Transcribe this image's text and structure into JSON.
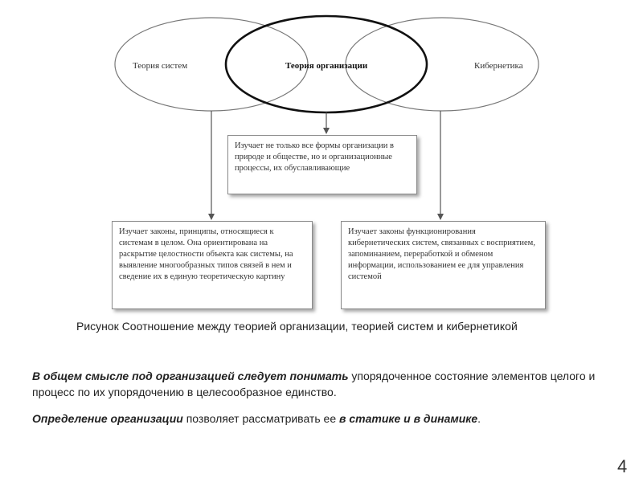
{
  "diagram": {
    "ellipse_left_label": "Теория систем",
    "ellipse_center_label": "Теория организации",
    "ellipse_right_label": "Кибернетика",
    "box_org_text": "Изучает не только все формы организации в природе и обществе, но и организационные процессы, их обуславливающие",
    "box_systems_text": "Изучает законы, принципы, относящиеся к системам в целом. Она ориентирована на раскрытие целостности объекта как системы, на выявление многообразных типов связей в нем и сведение их в единую теоретическую картину",
    "box_cyber_text": "Изучает законы функционирования кибернетических систем, связанных с восприятием, запоминанием, переработкой и обменом информации, использованием ее для управления системой"
  },
  "caption": "Рисунок Соотношение между теорией организации, теорией систем и кибернетикой",
  "paragraph1": {
    "emphasis": "В общем смысле под организацией следует понимать",
    "rest": " упорядоченное состояние элементов целого и процесс по их упорядочению в целесообразное единство."
  },
  "paragraph2": {
    "emphasis1": "Определение организации",
    "middle": " позволяет рассматривать ее ",
    "emphasis2": "в статике и в динамике",
    "end": "."
  },
  "page_number": "4"
}
